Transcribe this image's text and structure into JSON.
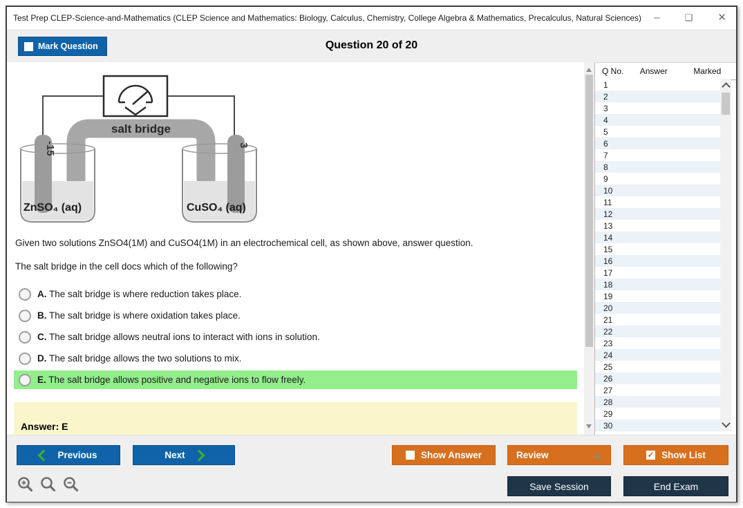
{
  "window": {
    "title": "Test Prep CLEP-Science-and-Mathematics (CLEP Science and Mathematics: Biology, Calculus, Chemistry, College Algebra & Mathematics, Precalculus, Natural Sciences)",
    "controls": {
      "minimize": "–",
      "maximize": "❑",
      "close": "✕"
    }
  },
  "header": {
    "mark_question_label": "Mark Question",
    "question_counter": "Question 20 of 20"
  },
  "diagram": {
    "salt_bridge_label": "salt bridge",
    "left_solution_label": "ZnSO₄ (aq)",
    "right_solution_label": "CuSO₄ (aq)",
    "left_electrode_label": "-15",
    "right_electrode_label": "3"
  },
  "question": {
    "intro": "Given two solutions ZnSO4(1M) and CuSO4(1M) in an electrochemical cell, as shown above, answer question.",
    "prompt": "The salt bridge in the cell docs which of the following?",
    "options": [
      {
        "letter": "A.",
        "text": "The salt bridge is where reduction takes place.",
        "highlighted": false
      },
      {
        "letter": "B.",
        "text": "The salt bridge is where oxidation takes place.",
        "highlighted": false
      },
      {
        "letter": "C.",
        "text": "The salt bridge allows neutral ions to interact with ions in solution.",
        "highlighted": false
      },
      {
        "letter": "D.",
        "text": "The salt bridge allows the two solutions to mix.",
        "highlighted": false
      },
      {
        "letter": "E.",
        "text": "The salt bridge allows positive and negative ions to flow freely.",
        "highlighted": true
      }
    ],
    "answer_label": "Answer: E"
  },
  "question_list": {
    "columns": [
      "Q No.",
      "Answer",
      "Marked"
    ],
    "rows": [
      {
        "q": "1",
        "answer": "",
        "marked": ""
      },
      {
        "q": "2",
        "answer": "",
        "marked": ""
      },
      {
        "q": "3",
        "answer": "",
        "marked": ""
      },
      {
        "q": "4",
        "answer": "",
        "marked": ""
      },
      {
        "q": "5",
        "answer": "",
        "marked": ""
      },
      {
        "q": "6",
        "answer": "",
        "marked": ""
      },
      {
        "q": "7",
        "answer": "",
        "marked": ""
      },
      {
        "q": "8",
        "answer": "",
        "marked": ""
      },
      {
        "q": "9",
        "answer": "",
        "marked": ""
      },
      {
        "q": "10",
        "answer": "",
        "marked": ""
      },
      {
        "q": "11",
        "answer": "",
        "marked": ""
      },
      {
        "q": "12",
        "answer": "",
        "marked": ""
      },
      {
        "q": "13",
        "answer": "",
        "marked": ""
      },
      {
        "q": "14",
        "answer": "",
        "marked": ""
      },
      {
        "q": "15",
        "answer": "",
        "marked": ""
      },
      {
        "q": "16",
        "answer": "",
        "marked": ""
      },
      {
        "q": "17",
        "answer": "",
        "marked": ""
      },
      {
        "q": "18",
        "answer": "",
        "marked": ""
      },
      {
        "q": "19",
        "answer": "",
        "marked": ""
      },
      {
        "q": "20",
        "answer": "",
        "marked": ""
      },
      {
        "q": "21",
        "answer": "",
        "marked": ""
      },
      {
        "q": "22",
        "answer": "",
        "marked": ""
      },
      {
        "q": "23",
        "answer": "",
        "marked": ""
      },
      {
        "q": "24",
        "answer": "",
        "marked": ""
      },
      {
        "q": "25",
        "answer": "",
        "marked": ""
      },
      {
        "q": "26",
        "answer": "",
        "marked": ""
      },
      {
        "q": "27",
        "answer": "",
        "marked": ""
      },
      {
        "q": "28",
        "answer": "",
        "marked": ""
      },
      {
        "q": "29",
        "answer": "",
        "marked": ""
      },
      {
        "q": "30",
        "answer": "",
        "marked": ""
      }
    ]
  },
  "footer": {
    "previous_label": "Previous",
    "next_label": "Next",
    "show_answer_label": "Show Answer",
    "review_label": "Review",
    "show_list_label": "Show List",
    "save_session_label": "Save Session",
    "end_exam_label": "End Exam"
  },
  "colors": {
    "accent_blue": "#1063a9",
    "accent_orange": "#d6701f",
    "accent_navy": "#1f3548",
    "chevron_green": "#3db32a",
    "highlight_green": "#93ee8c",
    "answer_yellow": "#fbf5cc",
    "alt_row_blue": "#ebf2f8"
  }
}
